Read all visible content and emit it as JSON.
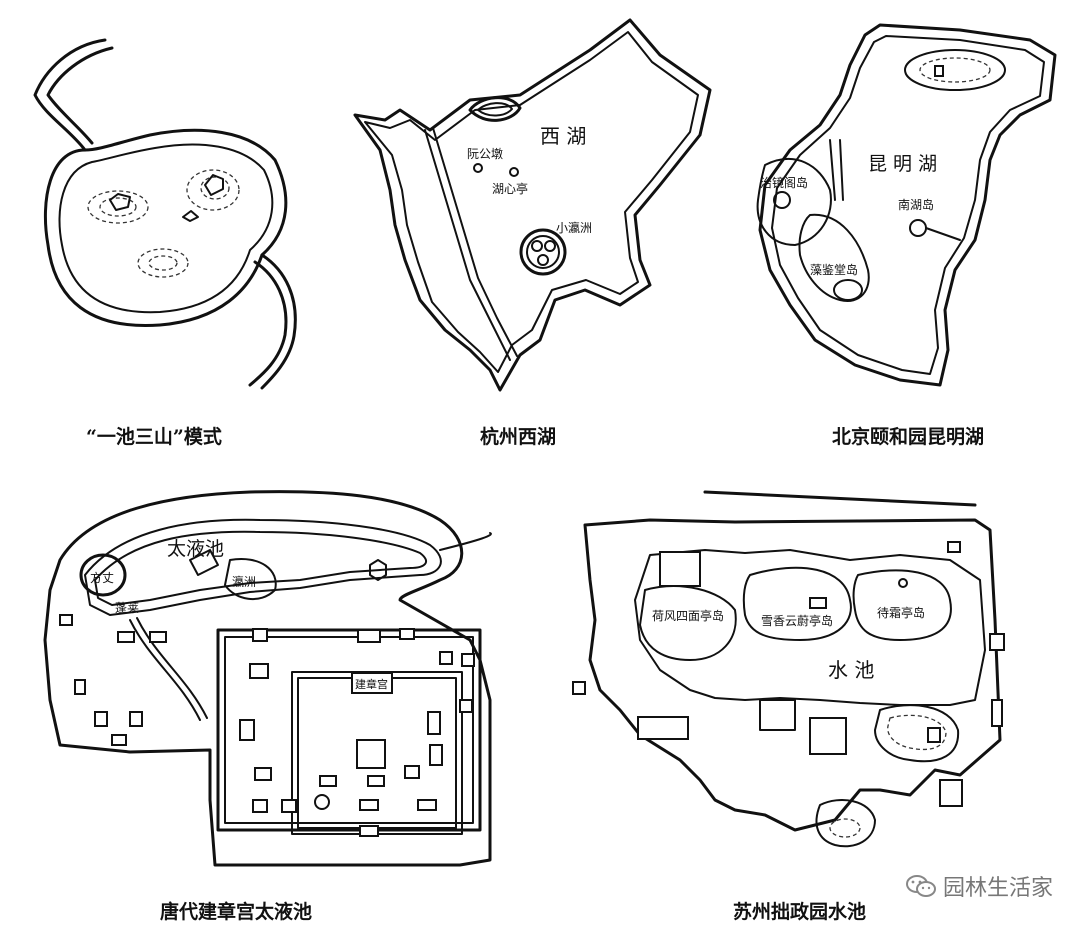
{
  "panels": {
    "p1": {
      "caption": "“一池三山”模式"
    },
    "p2": {
      "caption": "杭州西湖",
      "labels": {
        "lake": "西 湖",
        "island1": "阮公墩",
        "island2": "湖心亭",
        "island3": "小瀛洲"
      }
    },
    "p3": {
      "caption": "北京颐和园昆明湖",
      "labels": {
        "lake": "昆 明 湖",
        "island1": "治镜阁岛",
        "island2": "南湖岛",
        "island3": "藻鉴堂岛"
      }
    },
    "p4": {
      "caption": "唐代建章宫太液池",
      "labels": {
        "lake": "太液池",
        "island1": "方丈",
        "island2": "瀛洲",
        "island3": "蓬莱",
        "palace": "建章宫"
      }
    },
    "p5": {
      "caption": "苏州拙政园水池",
      "labels": {
        "lake": "水 池",
        "island1": "荷风四面亭岛",
        "island2": "雪香云蔚亭岛",
        "island3": "待霜亭岛"
      }
    }
  },
  "watermark": {
    "text": "园林生活家",
    "icon": "wechat-icon"
  }
}
